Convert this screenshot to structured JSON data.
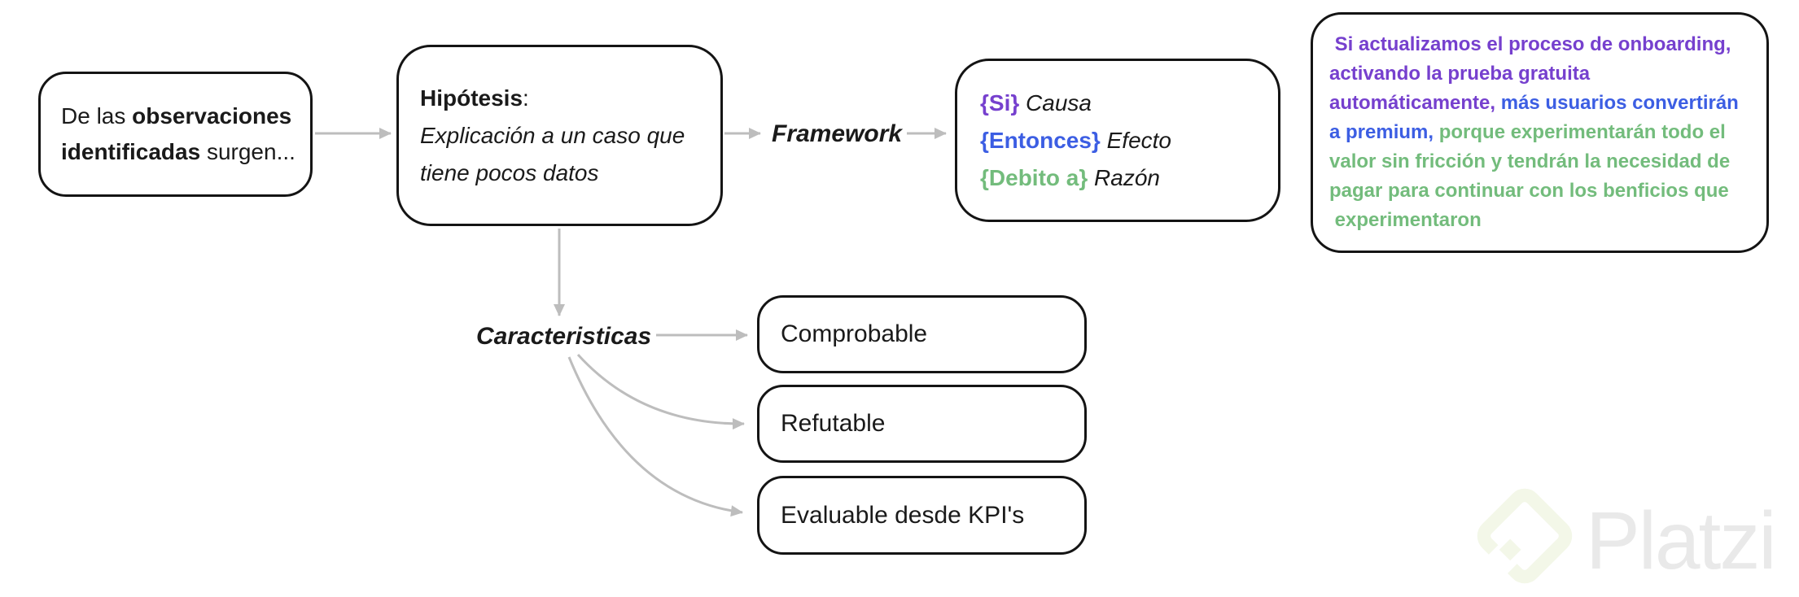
{
  "colors": {
    "purple": "#7640CE",
    "blue": "#3C5EE3",
    "green": "#73BC7C",
    "arrow": "#BDBDBD",
    "border": "#141414",
    "text": "#1A1A1A",
    "watermark_text": "#E9E9E9",
    "watermark_logo": "#F3F7E8"
  },
  "diagram": {
    "observaciones_lines": [
      {
        "segments": [
          {
            "t": "De las "
          },
          {
            "t": "observaciones",
            "b": true
          }
        ]
      },
      {
        "segments": [
          {
            "t": "identificadas",
            "b": true
          },
          {
            "t": " surgen..."
          }
        ]
      }
    ],
    "hipotesis_lines": [
      {
        "segments": [
          {
            "t": "Hipótesis",
            "b": true
          },
          {
            "t": ":"
          }
        ]
      },
      {
        "segments": [
          {
            "t": "Explicación a un caso que",
            "i": true
          }
        ]
      },
      {
        "segments": [
          {
            "t": "tiene pocos datos",
            "i": true
          }
        ]
      }
    ],
    "framework_label": "Framework",
    "framework_lines": [
      {
        "segments": [
          {
            "t": "{Si}",
            "b": true,
            "c": "purple"
          },
          {
            "t": " Causa",
            "i": true
          }
        ]
      },
      {
        "segments": [
          {
            "t": "{Entonces}",
            "b": true,
            "c": "blue"
          },
          {
            "t": " Efecto",
            "i": true
          }
        ]
      },
      {
        "segments": [
          {
            "t": "{Debito a}",
            "b": true,
            "c": "green"
          },
          {
            "t": " Razón",
            "i": true
          }
        ]
      }
    ],
    "ejemplo_lines": [
      {
        "segments": [
          {
            "t": " Si actualizamos el proceso de onboarding,",
            "c": "purple"
          }
        ]
      },
      {
        "segments": [
          {
            "t": "activando la prueba gratuita",
            "c": "purple"
          }
        ]
      },
      {
        "segments": [
          {
            "t": "automáticamente,",
            "c": "purple"
          },
          {
            "t": " más usuarios convertirán",
            "c": "blue"
          }
        ]
      },
      {
        "segments": [
          {
            "t": "a premium,",
            "c": "blue"
          },
          {
            "t": " porque experimentarán todo el",
            "c": "green"
          }
        ]
      },
      {
        "segments": [
          {
            "t": "valor sin fricción y tendrán la necesidad de",
            "c": "green"
          }
        ]
      },
      {
        "segments": [
          {
            "t": "pagar para continuar con los benficios que",
            "c": "green"
          }
        ]
      },
      {
        "segments": [
          {
            "t": " experimentaron",
            "c": "green"
          }
        ]
      }
    ],
    "caracteristicas_label": "Caracteristicas",
    "comprobable_label": "Comprobable",
    "refutable_label": "Refutable",
    "kpi_label": "Evaluable desde KPI's"
  },
  "watermark": {
    "brand": "Platzi"
  }
}
